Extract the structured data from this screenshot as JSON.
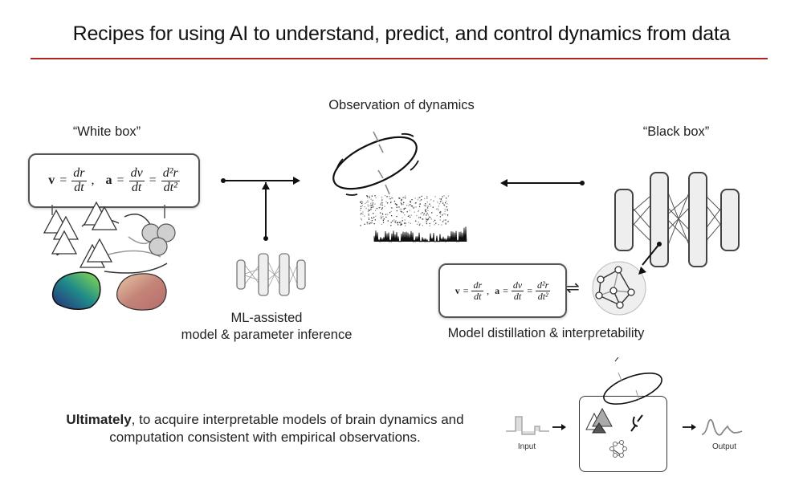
{
  "title": "Recipes for using AI to understand, predict, and control dynamics from data",
  "accent_color": "#b22222",
  "sections": {
    "white_box": {
      "label": "“White box”",
      "equation": {
        "v_lhs": "v",
        "v_num": "dr",
        "v_den": "dt",
        "a_lhs": "a",
        "a_num1": "dv",
        "a_den1": "dt",
        "a_num2": "d²r",
        "a_den2": "dt²"
      }
    },
    "observation": {
      "label": "Observation of dynamics"
    },
    "black_box": {
      "label": "“Black box”"
    },
    "ml_assisted": {
      "line1": "ML-assisted",
      "line2": "model & parameter inference"
    },
    "distillation": {
      "label": "Model distillation & interpretability",
      "exchange_symbol": "⇌"
    }
  },
  "bottom": {
    "emphasis": "Ultimately",
    "text": ", to acquire interpretable models of brain dynamics and computation consistent with empirical observations.",
    "input_label": "Input",
    "output_label": "Output"
  }
}
